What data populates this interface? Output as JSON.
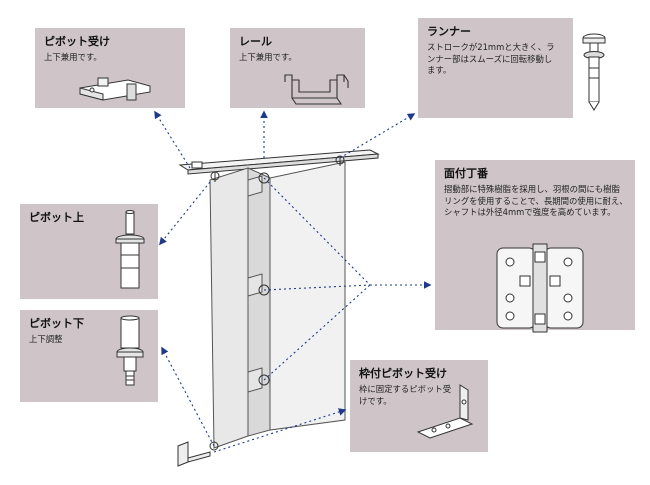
{
  "panels": {
    "pivot_receiver": {
      "title": "ピボット受け",
      "desc": "上下兼用です。"
    },
    "rail": {
      "title": "レール",
      "desc": "上下兼用です。"
    },
    "runner": {
      "title": "ランナー",
      "desc": "ストロークが21mmと大きく、ランナー部はスムーズに回転移動します。"
    },
    "pivot_upper": {
      "title": "ピボット上",
      "desc": ""
    },
    "surface_hinge": {
      "title": "面付丁番",
      "desc": "摺動部に特殊樹脂を採用し、羽根の間にも樹脂リングを使用することで、長期間の使用に耐え、シャフトは外径4mmで強度を高めています。"
    },
    "pivot_lower": {
      "title": "ピボット下",
      "desc": "上下調整"
    },
    "frame_pivot_receiver": {
      "title": "枠付ピボット受け",
      "desc": "枠に固定するピボット受けです。"
    }
  },
  "colors": {
    "panel_bg": "#cfc5c9",
    "arrow": "#1f3a8a",
    "line": "#333333",
    "door_face": "#efefef",
    "door_edge": "#cfcfcf"
  }
}
